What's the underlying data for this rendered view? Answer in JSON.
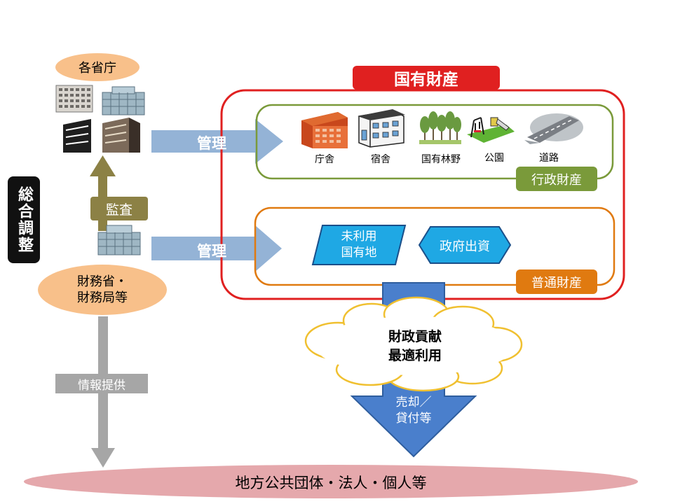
{
  "left": {
    "ministries_label": "各省庁",
    "coordination_label": "総合調整",
    "audit_label": "監査",
    "mof_label_line1": "財務省・",
    "mof_label_line2": "財務局等",
    "info_label": "情報提供"
  },
  "manage_arrows": {
    "upper_label": "管理",
    "lower_label": "管理"
  },
  "state_property": {
    "title": "国有財産",
    "administrative": {
      "label": "行政財産",
      "items": [
        "庁舎",
        "宿舎",
        "国有林野",
        "公園",
        "道路"
      ]
    },
    "general": {
      "label": "普通財産",
      "unused_line1": "未利用",
      "unused_line2": "国有地",
      "investment": "政府出資"
    }
  },
  "outcome": {
    "cloud_line1": "財政貢献",
    "cloud_line2": "最適利用",
    "arrow_line1": "売却／",
    "arrow_line2": "貸付等"
  },
  "bottom_label": "地方公共団体・法人・個人等",
  "colors": {
    "red": "#e02020",
    "green": "#7a9a3a",
    "orange": "#e07a10",
    "blue": "#4a86cc",
    "arrow_light": "#94b3d6",
    "olive": "#8c8145",
    "peach": "#f8c08a",
    "bottom_pink": "#e5a8ac"
  }
}
